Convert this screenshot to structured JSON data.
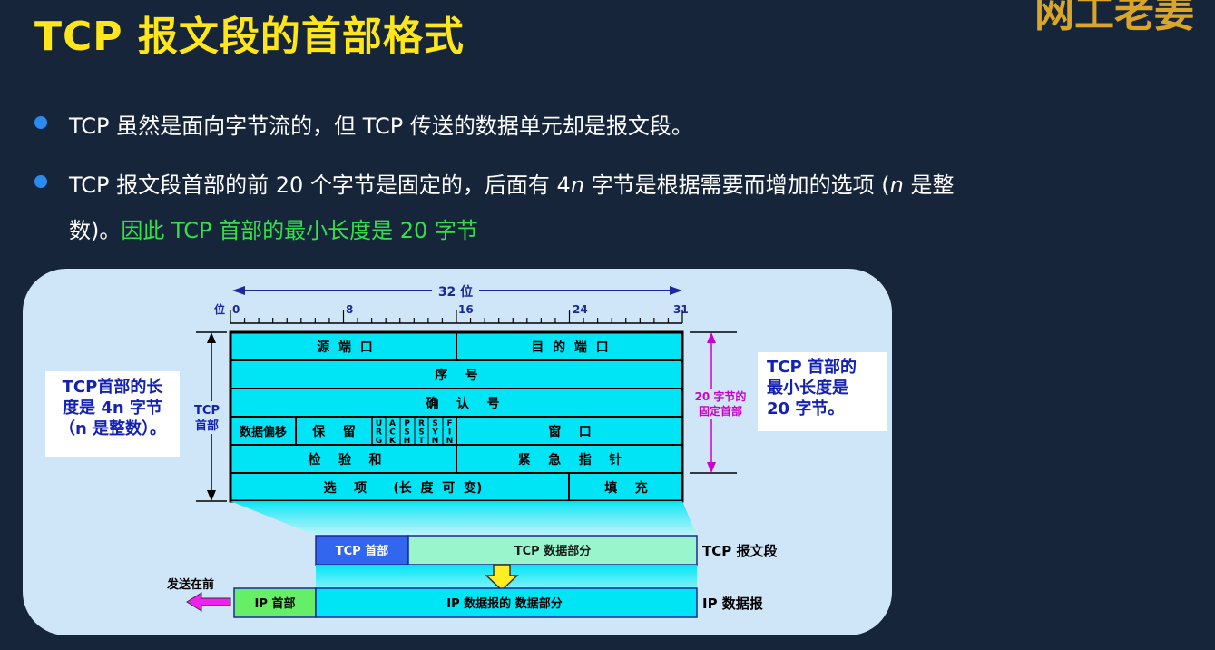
{
  "title": "TCP 报文段的首部格式",
  "brand": "网工老姜",
  "bullets": {
    "b1": "TCP 虽然是面向字节流的，但 TCP 传送的数据单元却是报文段。",
    "b2_line1_a": "TCP 报文段首部的前 20 个字节是固定的，后面有 4",
    "b2_n1": "n",
    "b2_line1_b": " 字节是根据需要而增加的选项 (",
    "b2_n2": "n",
    "b2_line1_c": " 是整",
    "b2_line2_a": "数)。",
    "b2_line2_green": "因此 TCP 首部的最小长度是 20 字节"
  },
  "diagram": {
    "width_label": "32 位",
    "bit_label": "位",
    "bit_ticks": [
      "0",
      "8",
      "16",
      "24",
      "31"
    ],
    "fields": {
      "src_port": "源  端  口",
      "dst_port": "目  的  端  口",
      "seq": "序    号",
      "ack": "确    认    号",
      "data_offset": "数据偏移",
      "reserved": "保    留",
      "flags": [
        "URG",
        "ACK",
        "PSH",
        "RST",
        "SYN",
        "FIN"
      ],
      "window": "窗    口",
      "checksum": "检    验    和",
      "urgent": "紧    急    指    针",
      "options": "选    项      (长  度  可  变)",
      "padding": "填    充"
    },
    "left_bracket": [
      "TCP",
      "首部"
    ],
    "right_bracket": [
      "20 字节的",
      "固定首部"
    ],
    "tcp_segment": {
      "header": "TCP 首部",
      "data": "TCP 数据部分",
      "label": "TCP 报文段"
    },
    "ip_datagram": {
      "header": "IP 首部",
      "data": "IP 数据报的 数据部分",
      "label": "IP 数据报"
    },
    "send_first": "发送在前"
  },
  "notes": {
    "left": [
      "TCP首部的长",
      "度是 4n 字节",
      "（n 是整数）。"
    ],
    "right": [
      "TCP 首部的",
      "最小长度是",
      "20 字节。"
    ]
  },
  "colors": {
    "title": "#ffe61a",
    "background": "#16253a",
    "panel": "#cfe6f8",
    "field_fill": "#00e5f5",
    "tcp_header": "#3366ee",
    "tcp_data": "#99f5cc",
    "ip_header": "#66ee66",
    "magenta": "#cc00cc",
    "note_text": "#1422b4"
  }
}
